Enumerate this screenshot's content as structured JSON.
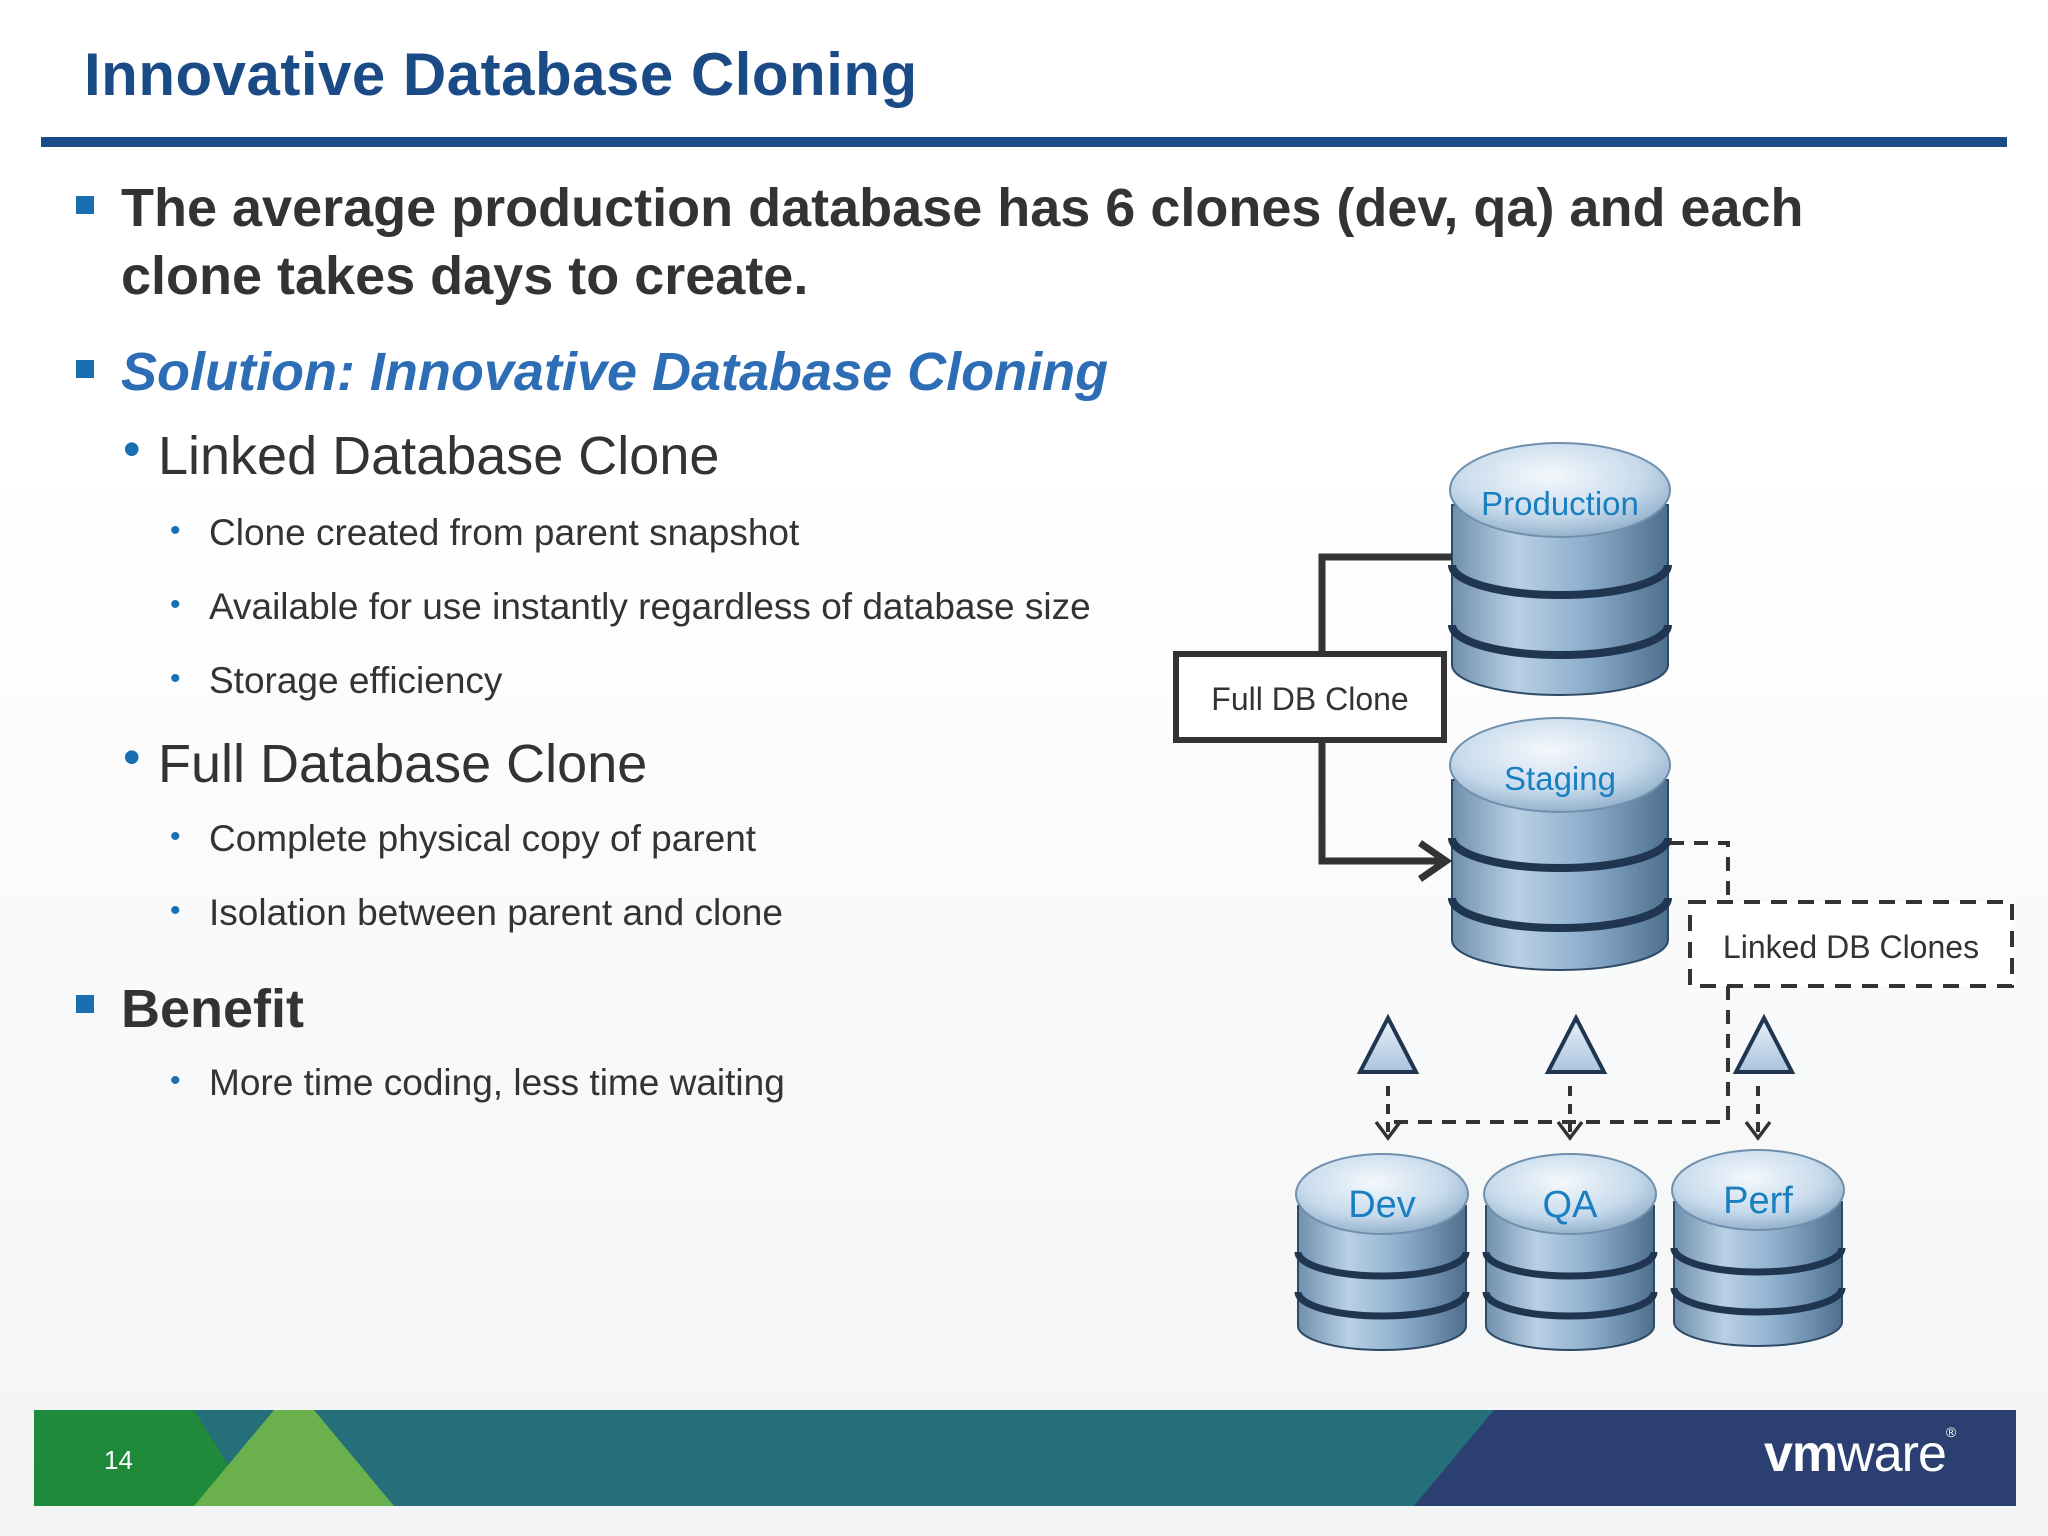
{
  "slide": {
    "title": "Innovative Database Cloning",
    "page_number": "14"
  },
  "bullets": {
    "problem_line1": "The average production database has 6 clones (dev, qa) and each",
    "problem_line2": "clone takes days to create.",
    "solution": "Solution: Innovative Database Cloning",
    "linked_heading": "Linked Database Clone",
    "linked_items": [
      "Clone created from parent snapshot",
      "Available for use instantly regardless of  database size",
      "Storage efficiency"
    ],
    "full_heading": "Full Database Clone",
    "full_items": [
      "Complete physical copy of parent",
      "Isolation between parent and clone"
    ],
    "benefit_heading": "Benefit",
    "benefit_items": [
      "More time coding, less time waiting"
    ]
  },
  "diagram": {
    "databases": {
      "production": "Production",
      "staging": "Staging",
      "dev": "Dev",
      "qa": "QA",
      "perf": "Perf"
    },
    "full_clone_label": "Full DB Clone",
    "linked_clones_label": "Linked DB Clones"
  },
  "logo": {
    "bold": "vm",
    "rest": "ware",
    "mark": "®"
  },
  "colors": {
    "title": "#1b4b86",
    "accent_bullet": "#1a6fb0",
    "db_label": "#1a7fc0",
    "footer_teal": "#256f7a",
    "footer_green": "#1f8a3a",
    "footer_lightgreen": "#6ab04c",
    "footer_navy": "#2c3f72"
  }
}
